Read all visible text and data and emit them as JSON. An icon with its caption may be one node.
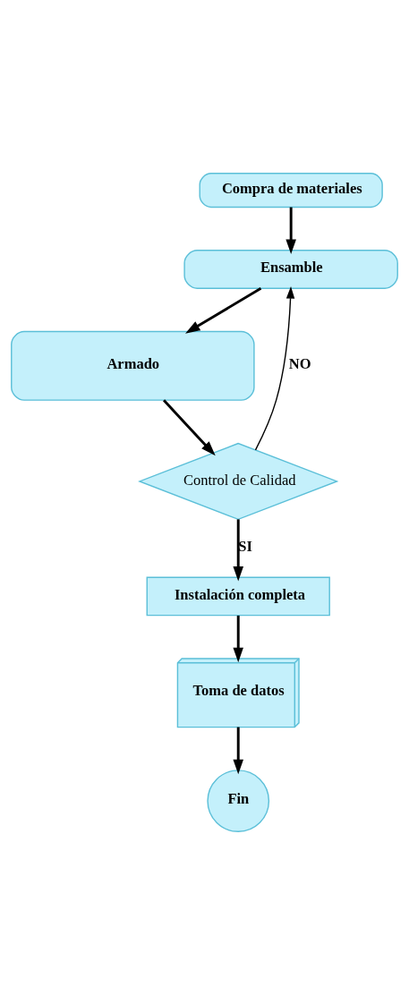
{
  "diagram": {
    "nodes": [
      {
        "text": [
          "Compra de materiales"
        ]
      },
      {
        "text": [
          "Ensamble"
        ]
      },
      {
        "text": [
          "Armado"
        ]
      },
      {
        "text": [
          "Control de Calidad"
        ]
      },
      {
        "text": [
          "Instalación completa"
        ]
      },
      {
        "text": [
          "Toma de datos"
        ]
      },
      {
        "text": [
          "Fin"
        ]
      }
    ],
    "edges": [
      {
        "from": 0,
        "to": 1,
        "arrow": "to"
      },
      {
        "from": 1,
        "to": 2,
        "arrow": "to"
      },
      {
        "from": 2,
        "to": 3,
        "arrow": "to"
      },
      {
        "from": 3,
        "to": 1,
        "arrow": "to",
        "label": "NO"
      },
      {
        "from": 3,
        "to": 4,
        "arrow": "to",
        "label": "SI"
      },
      {
        "from": 4,
        "to": 5,
        "arrow": "to"
      },
      {
        "from": 5,
        "to": 6,
        "arrow": "to"
      }
    ]
  }
}
